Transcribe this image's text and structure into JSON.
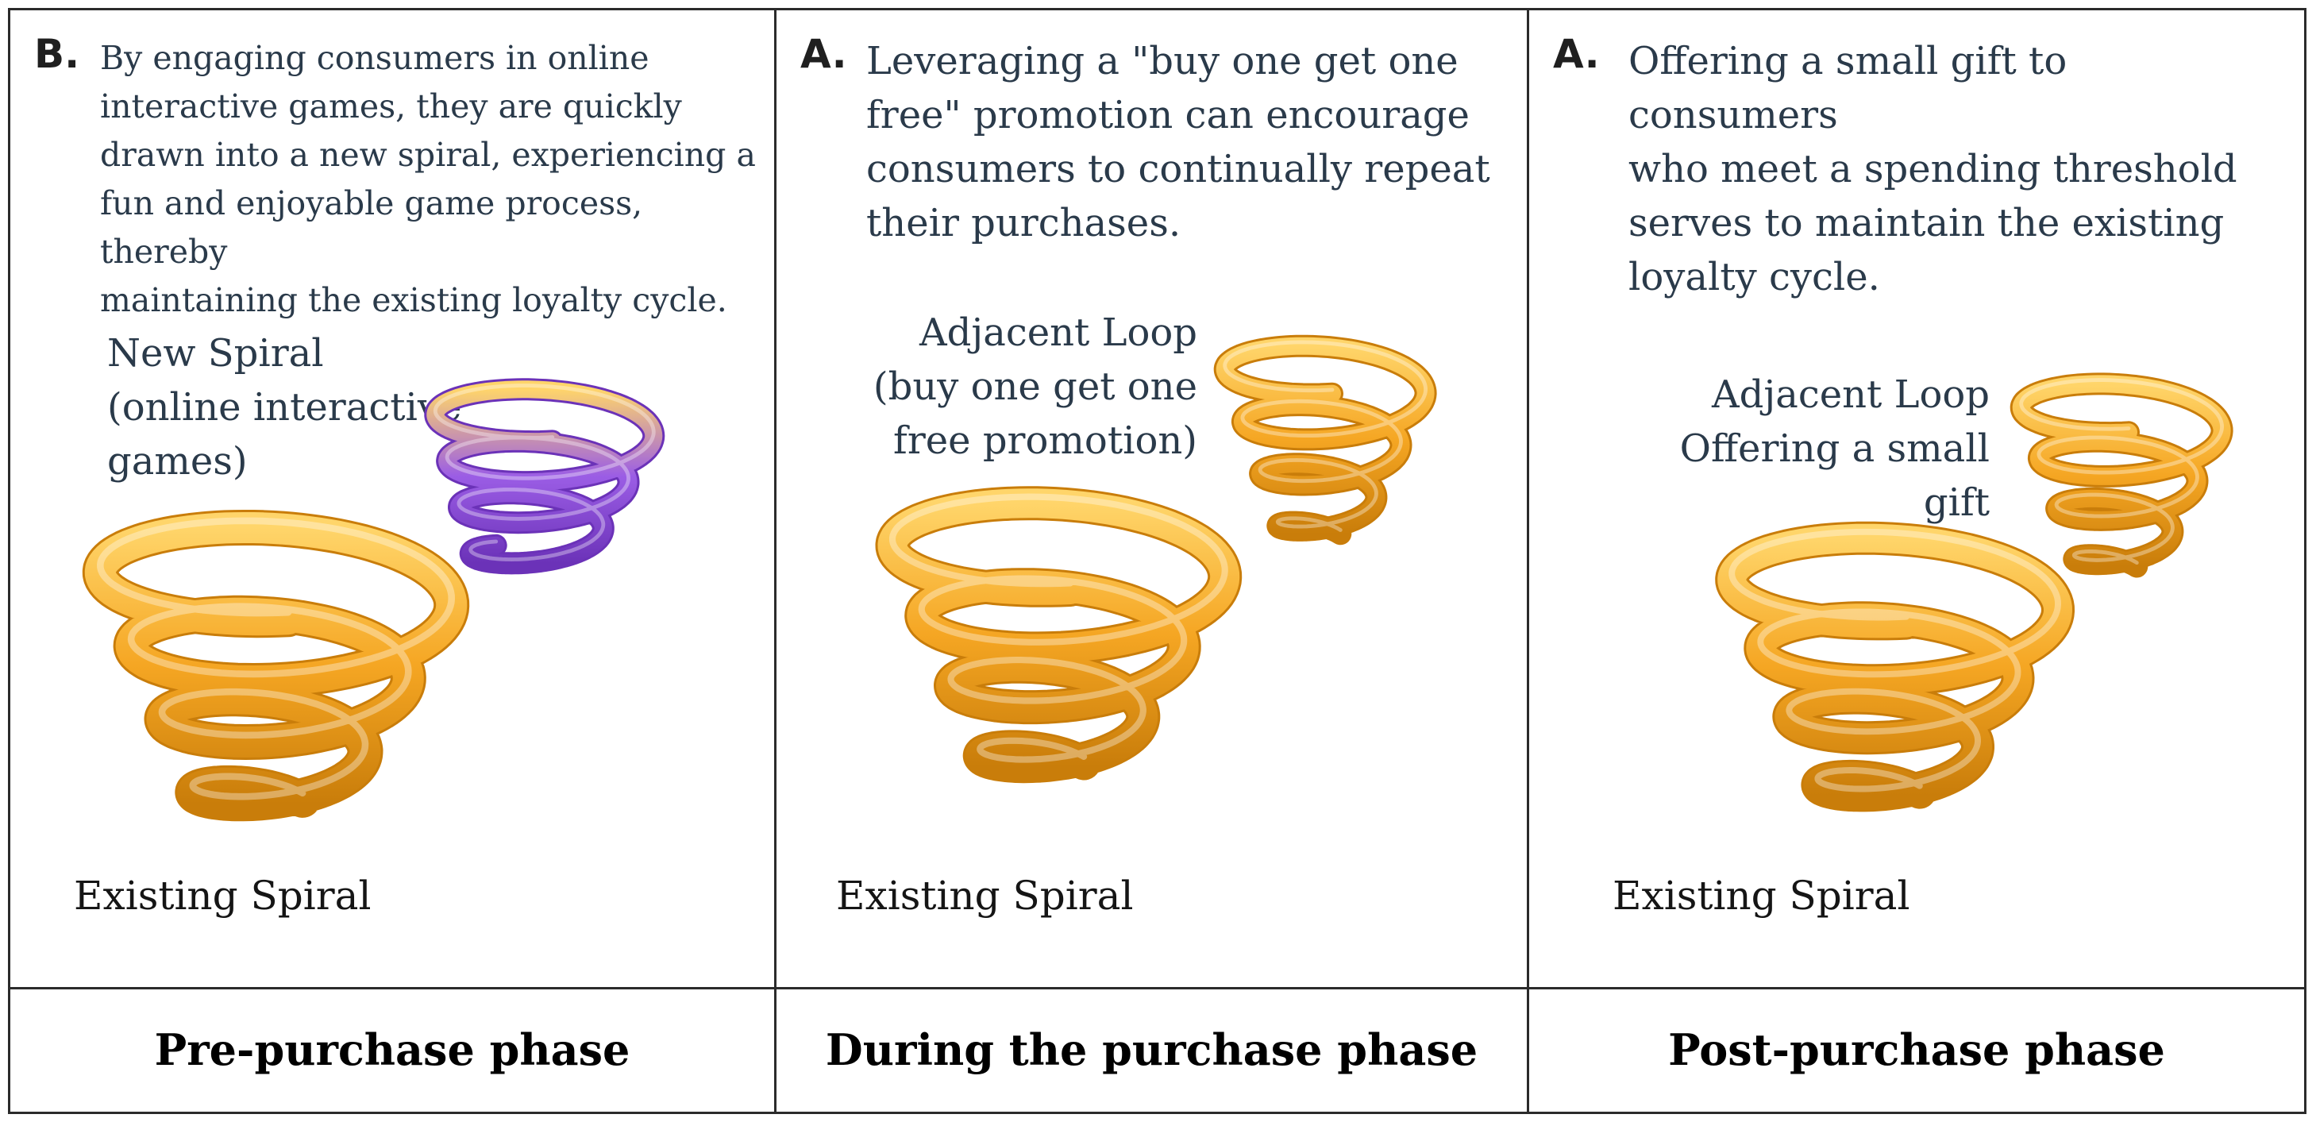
{
  "panels": [
    {
      "letter": "B.",
      "description": "By engaging consumers in online\ninteractive games, they are quickly\ndrawn into a new spiral, experiencing a\nfun and enjoyable game process, thereby\nmaintaining the existing loyalty cycle.",
      "secondary_label": "New Spiral\n(online interactive\ngames)",
      "existing_label": "Existing Spiral",
      "phase": "Pre-purchase phase",
      "secondary_color": "#9b5de5"
    },
    {
      "letter": "A.",
      "description": "Leveraging a \"buy one get one\nfree\" promotion can encourage\nconsumers to continually repeat\ntheir purchases.",
      "secondary_label": "Adjacent Loop\n(buy one get one\nfree promotion)",
      "existing_label": "Existing Spiral",
      "phase": "During the purchase phase",
      "secondary_color": "#f5a623"
    },
    {
      "letter": "A.",
      "description": "Offering a small gift to consumers\nwho meet a spending threshold\nserves to maintain the existing\nloyalty cycle.",
      "secondary_label": "Adjacent Loop\nOffering a small gift",
      "existing_label": "Existing Spiral",
      "phase": "Post-purchase phase",
      "secondary_color": "#f5a623"
    }
  ],
  "colors": {
    "spiral_gold": "#f5a623",
    "spiral_gold_dark": "#c97d0a",
    "spiral_purple": "#9b5de5",
    "spiral_purple_dark": "#6b32b8",
    "border": "#2b2b2b"
  }
}
